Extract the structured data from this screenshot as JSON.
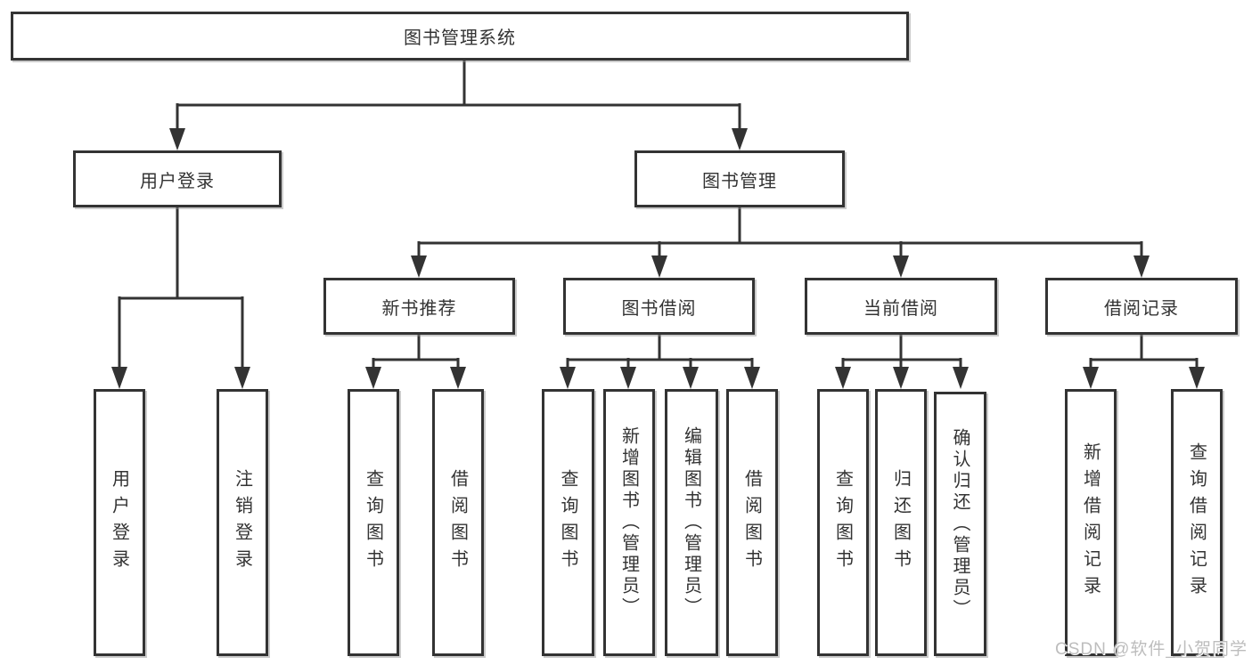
{
  "diagram": {
    "root": {
      "label": "图书管理系统"
    },
    "branches": [
      {
        "label": "用户登录",
        "leaves": [
          {
            "label": "用户登录"
          },
          {
            "label": "注销登录"
          }
        ]
      },
      {
        "label": "图书管理",
        "sections": [
          {
            "label": "新书推荐",
            "leaves": [
              {
                "label": "查询图书"
              },
              {
                "label": "借阅图书"
              }
            ]
          },
          {
            "label": "图书借阅",
            "leaves": [
              {
                "label": "查询图书"
              },
              {
                "label": "新增图书（管理员）"
              },
              {
                "label": "编辑图书（管理员）"
              },
              {
                "label": "借阅图书"
              }
            ]
          },
          {
            "label": "当前借阅",
            "leaves": [
              {
                "label": "查询图书"
              },
              {
                "label": "归还图书"
              },
              {
                "label": "确认归还（管理员）"
              }
            ]
          },
          {
            "label": "借阅记录",
            "leaves": [
              {
                "label": "新增借阅记录"
              },
              {
                "label": "查询借阅记录"
              }
            ]
          }
        ]
      }
    ],
    "watermark": {
      "text": "CSDN @软件_小贺同学"
    },
    "colors": {
      "line": "#333333",
      "box_border": "#333333",
      "box_fill": "#ffffff",
      "text": "#333333",
      "watermark": "#bdbdbd"
    }
  }
}
